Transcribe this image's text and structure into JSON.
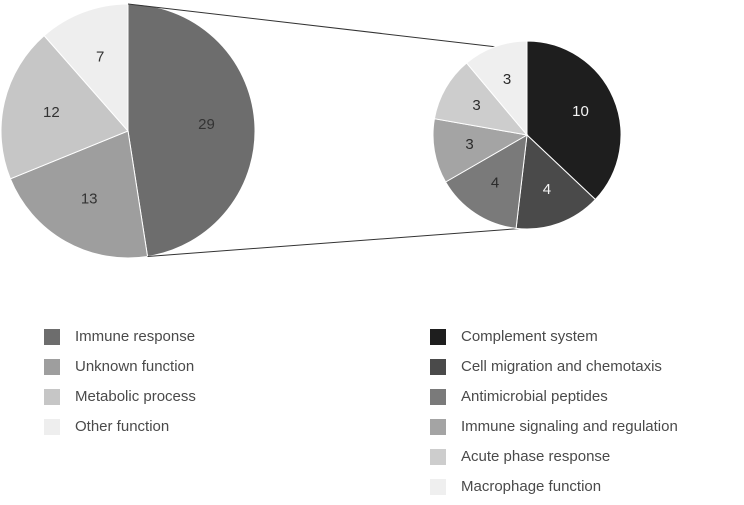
{
  "figure": {
    "background": "#ffffff",
    "connector_color": "#333333"
  },
  "chart_data": [
    {
      "type": "pie",
      "name": "all-proteins-pie",
      "title": "",
      "labels": [
        "Immune response",
        "Unknown function",
        "Metabolic process",
        "Other function"
      ],
      "values": [
        29,
        13,
        12,
        7
      ],
      "colors": [
        "#6d6d6d",
        "#9e9e9e",
        "#c6c6c6",
        "#eeeeee"
      ],
      "value_label_colors": [
        "#333333",
        "#333333",
        "#333333",
        "#333333"
      ],
      "legend_position": "bottom-left",
      "start_angle_deg": -90,
      "direction": "clockwise"
    },
    {
      "type": "pie",
      "name": "immune-response-detail-pie",
      "title": "",
      "labels": [
        "Complement system",
        "Cell migration and chemotaxis",
        "Antimicrobial peptides",
        "Immune signaling and regulation",
        "Acute phase response",
        "Macrophage function"
      ],
      "values": [
        10,
        4,
        4,
        3,
        3,
        3
      ],
      "colors": [
        "#1e1e1e",
        "#4a4a4a",
        "#7a7a7a",
        "#a4a4a4",
        "#cdcdcd",
        "#efefef"
      ],
      "value_label_colors": [
        "#f5f5f5",
        "#f5f5f5",
        "#2b2b2b",
        "#2b2b2b",
        "#2b2b2b",
        "#2b2b2b"
      ],
      "legend_position": "bottom-right",
      "start_angle_deg": -90,
      "direction": "clockwise"
    }
  ]
}
